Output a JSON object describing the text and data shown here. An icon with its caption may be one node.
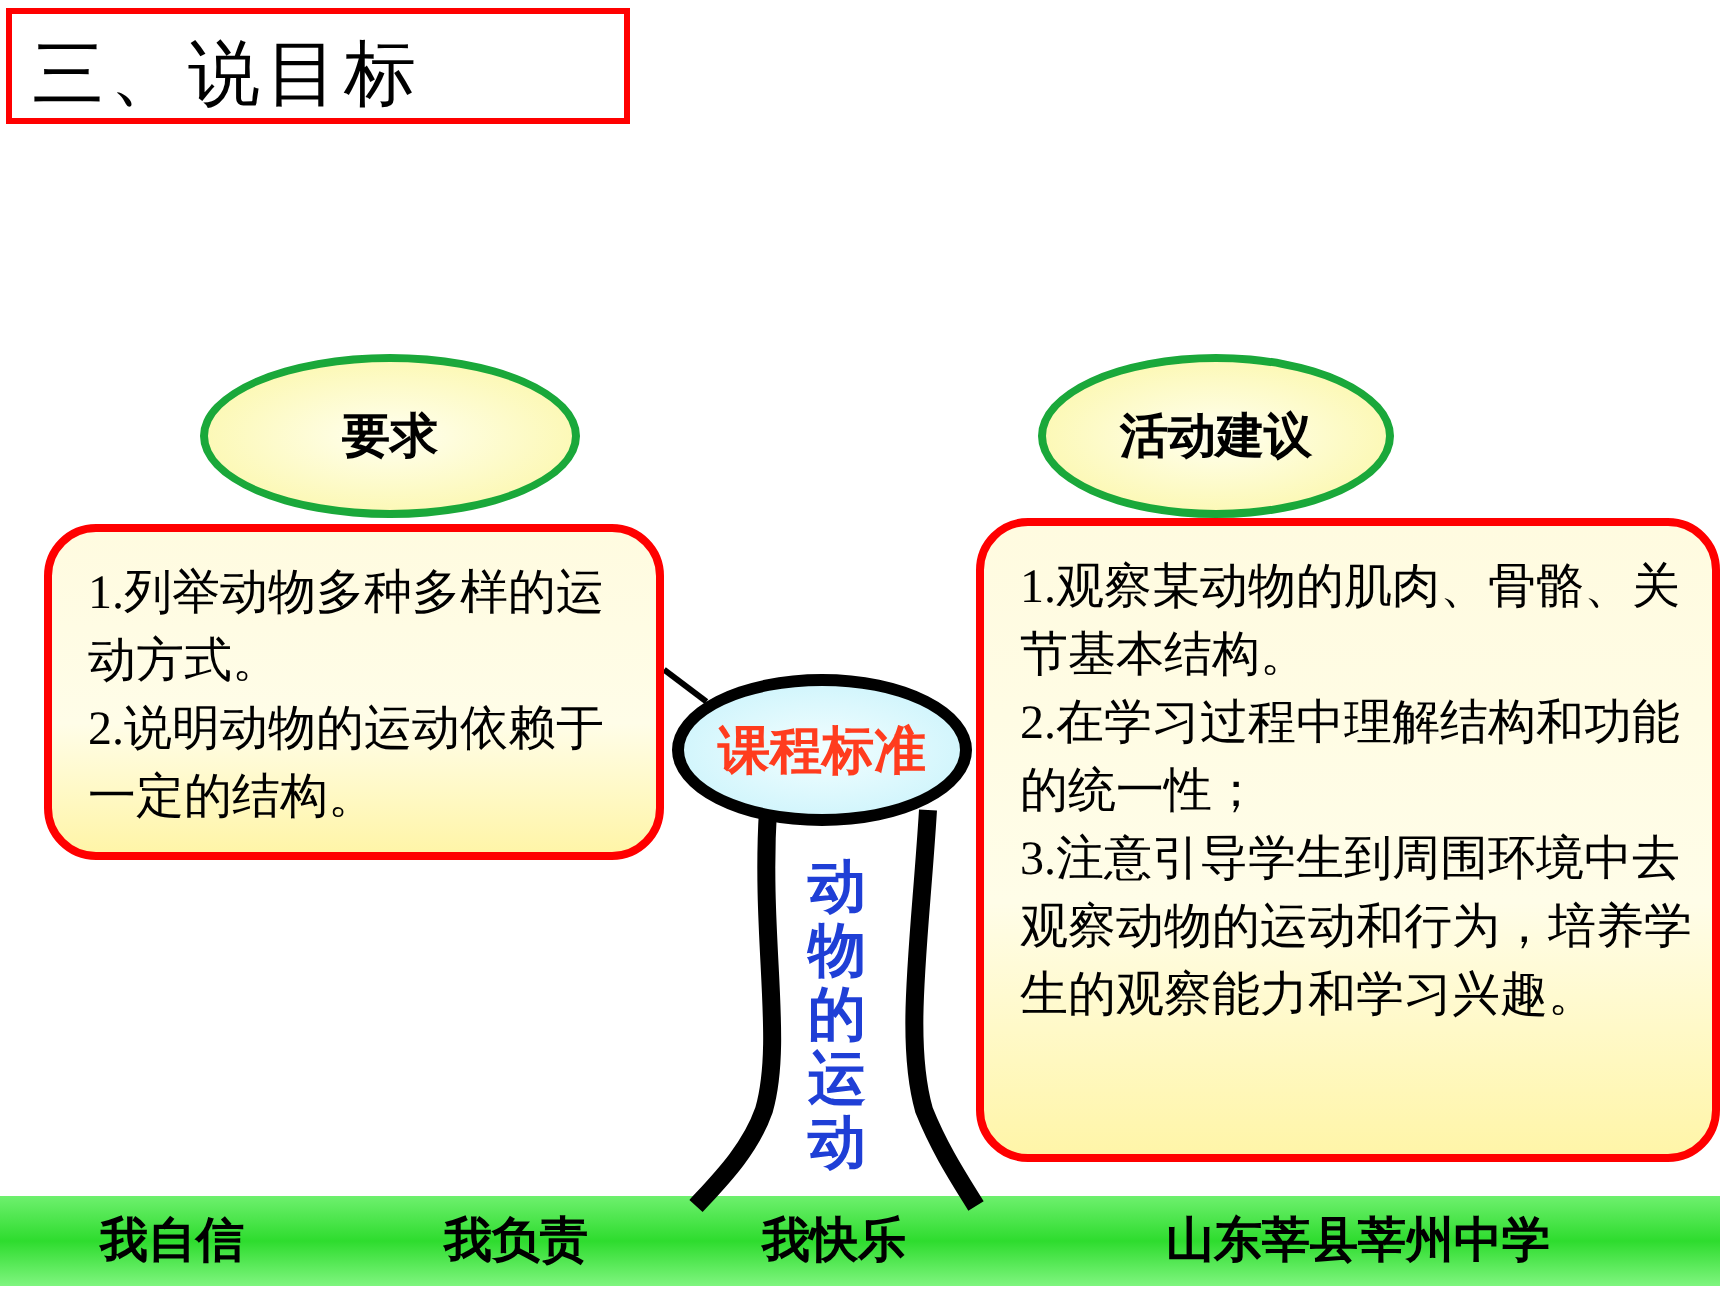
{
  "diagram": {
    "title": "三、说目标",
    "nodes": [
      {
        "text": [
          "要求"
        ]
      },
      {
        "text": [
          "1.列举动物多种多样的运动方式。",
          "2.说明动物的运动依赖于一定的结构。"
        ]
      },
      {
        "text": [
          "活动建议"
        ]
      },
      {
        "text": [
          "1.观察某动物的肌肉、骨骼、关节基本结构。",
          "2.在学习过程中理解结构和功能的统一性；",
          "3.注意引导学生到周围环境中去观察动物的运动和行为，培养学生的观察能力和学习兴趣。"
        ]
      },
      {
        "text": [
          "课程标准"
        ]
      }
    ],
    "edges": [
      {
        "from": 4,
        "to": 1,
        "arrow": "none"
      }
    ],
    "labels": [
      "动物的运动",
      "我自信",
      "我负责",
      "我快乐",
      "山东莘县莘州中学"
    ]
  }
}
